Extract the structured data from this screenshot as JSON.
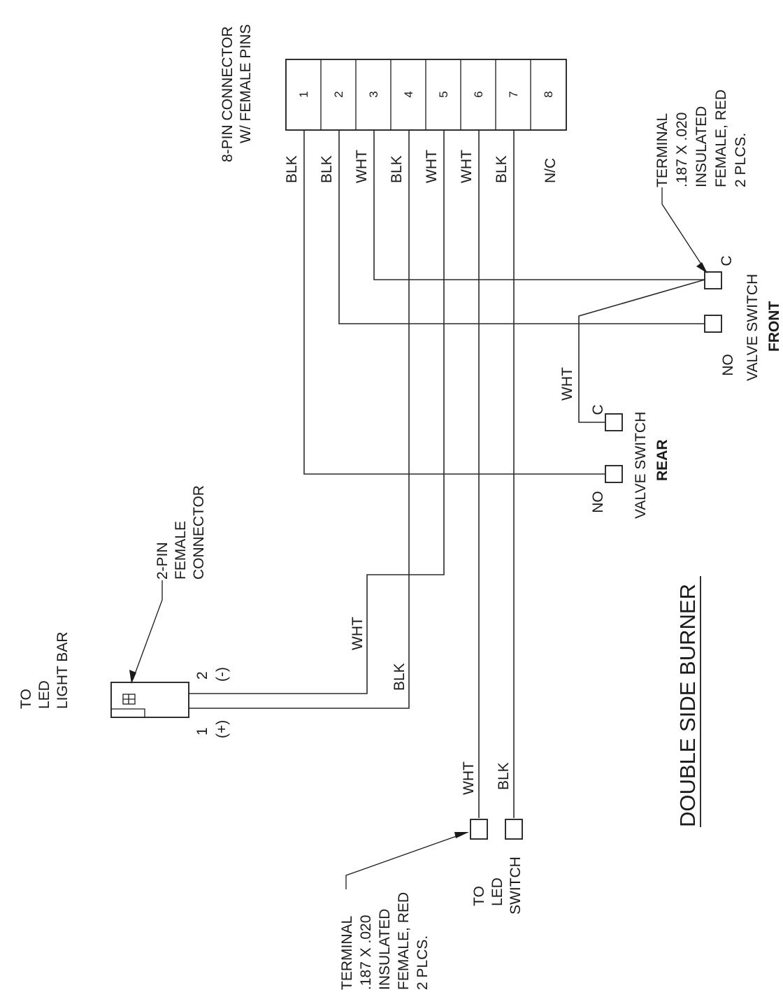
{
  "title": "DOUBLE SIDE BURNER",
  "connector8": {
    "label_lines": [
      "8-PIN CONNECTOR",
      "W/ FEMALE PINS"
    ],
    "pins": [
      "1",
      "2",
      "3",
      "4",
      "5",
      "6",
      "7",
      "8"
    ],
    "wire_colors": [
      "BLK",
      "BLK",
      "WHT",
      "BLK",
      "WHT",
      "WHT",
      "BLK",
      "N/C"
    ]
  },
  "terminal_front": {
    "label_lines": [
      "TERMINAL",
      ".187 X .020",
      "INSULATED",
      "FEMALE, RED",
      "2 PLCS."
    ]
  },
  "terminal_bottom": {
    "label_lines": [
      "TERMINAL",
      ".187 X .020",
      "INSULATED",
      "FEMALE, RED",
      "2 PLCS."
    ]
  },
  "valve_front": {
    "label": "VALVE SWITCH",
    "position": "FRONT",
    "c_label": "C",
    "no_label": "NO"
  },
  "valve_rear": {
    "label": "VALVE SWITCH",
    "position": "REAR",
    "c_label": "C",
    "no_label": "NO",
    "wire_label": "WHT"
  },
  "connector2": {
    "label_lines": [
      "2-PIN",
      "FEMALE",
      "CONNECTOR"
    ],
    "to_label_lines": [
      "TO",
      "LED",
      "LIGHT BAR"
    ],
    "pin2_lines": [
      "2",
      "(-)"
    ],
    "pin1_lines": [
      "1",
      "(+)"
    ],
    "wire_labels": [
      "WHT",
      "BLK"
    ]
  },
  "led_switch": {
    "label_lines": [
      "TO",
      "LED",
      "SWITCH"
    ],
    "wire_labels": [
      "WHT",
      "BLK"
    ]
  }
}
